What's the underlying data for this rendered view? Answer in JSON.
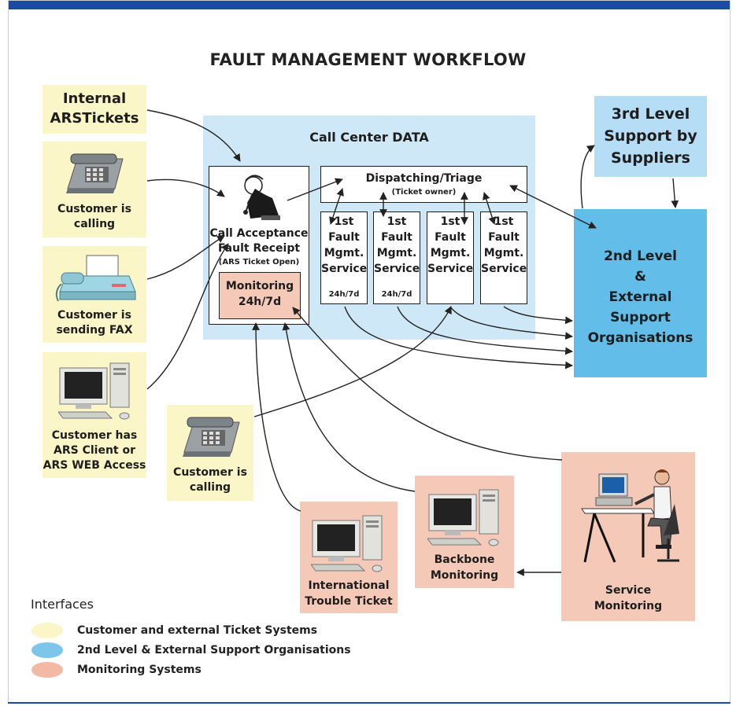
{
  "title": "FAULT MANAGEMENT WORKFLOW",
  "call_center_label": "Call Center DATA",
  "internal": {
    "line1": "Internal",
    "line2": "ARSTickets"
  },
  "customer_calling_1": {
    "line1": "Customer is",
    "line2": "calling"
  },
  "customer_fax": {
    "line1": "Customer is",
    "line2": "sending FAX"
  },
  "customer_client": {
    "line1": "Customer has",
    "line2": "ARS Client or",
    "line3": "ARS WEB Access"
  },
  "customer_calling_2": {
    "line1": "Customer is",
    "line2": "calling"
  },
  "call_acceptance": {
    "line1": "Call Acceptance",
    "line2": "Fault Receipt",
    "line3": "(ARS Ticket Open)"
  },
  "monitoring_box": {
    "line1": "Monitoring",
    "line2": "24h/7d"
  },
  "dispatching": {
    "line1": "Dispatching/Triage",
    "line2": "(Ticket owner)"
  },
  "fault_services": [
    {
      "l1": "1st",
      "l2": "Fault",
      "l3": "Mgmt.",
      "l4": "Service",
      "hours": "24h/7d"
    },
    {
      "l1": "1st",
      "l2": "Fault",
      "l3": "Mgmt.",
      "l4": "Service",
      "hours": "24h/7d"
    },
    {
      "l1": "1st",
      "l2": "Fault",
      "l3": "Mgmt.",
      "l4": "Service",
      "hours": ""
    },
    {
      "l1": "1st",
      "l2": "Fault",
      "l3": "Mgmt.",
      "l4": "Service",
      "hours": ""
    }
  ],
  "third_level": {
    "line1": "3rd Level",
    "line2": "Support by",
    "line3": "Suppliers"
  },
  "second_level": {
    "line1": "2nd Level",
    "line2": "&",
    "line3": "External",
    "line4": "Support",
    "line5": "Organisations"
  },
  "international": {
    "line1": "International",
    "line2": "Trouble Ticket"
  },
  "backbone": {
    "line1": "Backbone",
    "line2": "Monitoring"
  },
  "service_monitoring": {
    "line1": "Service",
    "line2": "Monitoring"
  },
  "legend": {
    "heading": "Interfaces",
    "items": [
      {
        "label": "Customer and external Ticket Systems",
        "color": "#fbf6c8"
      },
      {
        "label": "2nd Level & External Support Organisations",
        "color": "#7cc6ec"
      },
      {
        "label": "Monitoring Systems",
        "color": "#f3b9a4"
      }
    ]
  },
  "colors": {
    "accent": "#1b4aa0",
    "yellow": "#fbf6c8",
    "blue": "#62bde9",
    "salmon": "#f5c9b7"
  }
}
